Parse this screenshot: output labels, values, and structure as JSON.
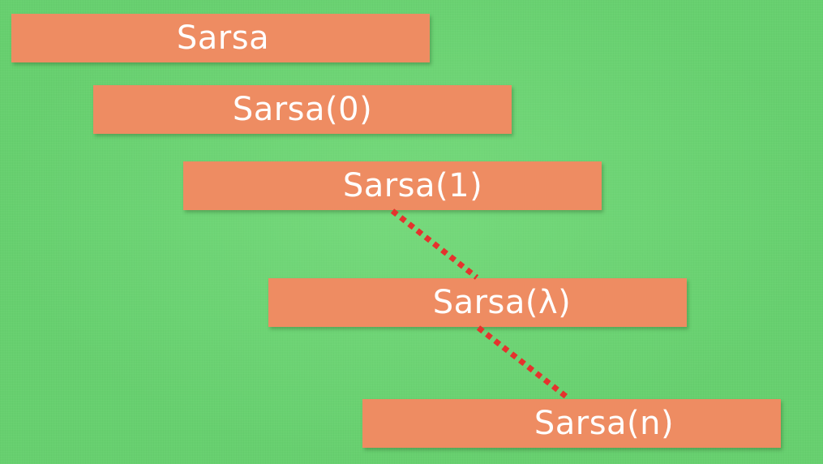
{
  "colors": {
    "background": "#67d06f",
    "box_fill": "#ee8c62",
    "box_text": "#ffffff",
    "connector": "#e5322d"
  },
  "boxes": [
    {
      "id": "sarsa",
      "label": "Sarsa"
    },
    {
      "id": "sarsa0",
      "label": "Sarsa(0)"
    },
    {
      "id": "sarsa1",
      "label": "Sarsa(1)"
    },
    {
      "id": "lambda",
      "label": "Sarsa(λ)"
    },
    {
      "id": "sarsan",
      "label": "Sarsa(n)"
    }
  ],
  "connectors": [
    {
      "from": "Sarsa(1)",
      "to": "Sarsa(λ)",
      "style": "dotted"
    },
    {
      "from": "Sarsa(λ)",
      "to": "Sarsa(n)",
      "style": "dotted"
    }
  ]
}
